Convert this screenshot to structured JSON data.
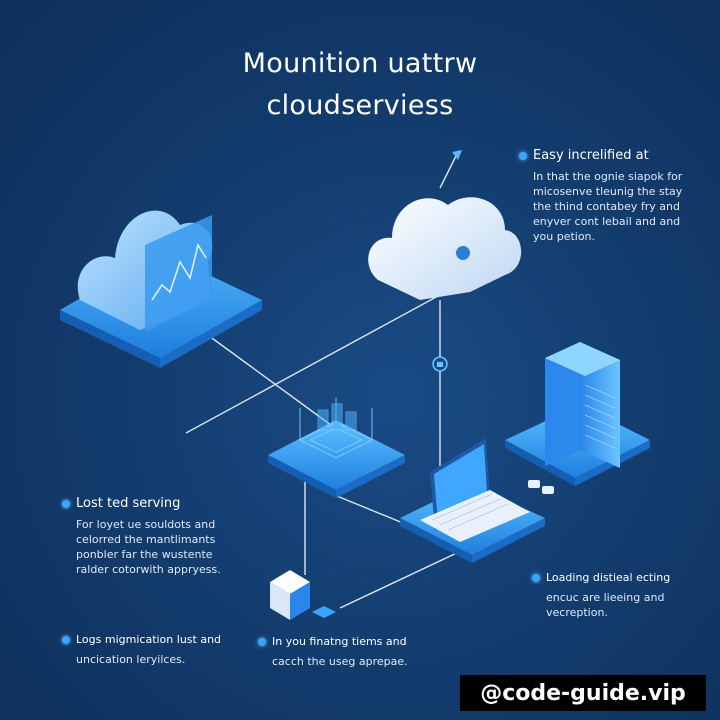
{
  "title": {
    "line1": "Mounition uattrw",
    "line2": "cloudserviess"
  },
  "notes": [
    {
      "heading": "Easy increlified at",
      "lines": [
        "In that the ognie siapok for",
        "micosenve tleunig the stay",
        "the thind contabey fry and",
        "enyver cont lebail and and",
        "you petion."
      ]
    },
    {
      "heading": "Lost ted serving",
      "lines": [
        "For loyet ue souldots and",
        "celorred the mantlimants",
        "ponbler far the wustente",
        "ralder cotorwith appryess."
      ]
    },
    {
      "heading": "Loading distieal ecting",
      "lines": [
        "encuc are lieeing and",
        "vecreption."
      ]
    },
    {
      "heading": "Logs migmication lust and",
      "lines": [
        "uncication leryilces."
      ]
    },
    {
      "heading": "In you finatng tiems and",
      "lines": [
        "cacch the useg aprepaе."
      ]
    }
  ],
  "watermark": "@code-guide.vip",
  "colors": {
    "background": "#123a6b",
    "platform": "#2f8fe6",
    "platform_top": "#55b6ff",
    "line": "#dbe6f3",
    "cloud": "#e9f2fc"
  }
}
